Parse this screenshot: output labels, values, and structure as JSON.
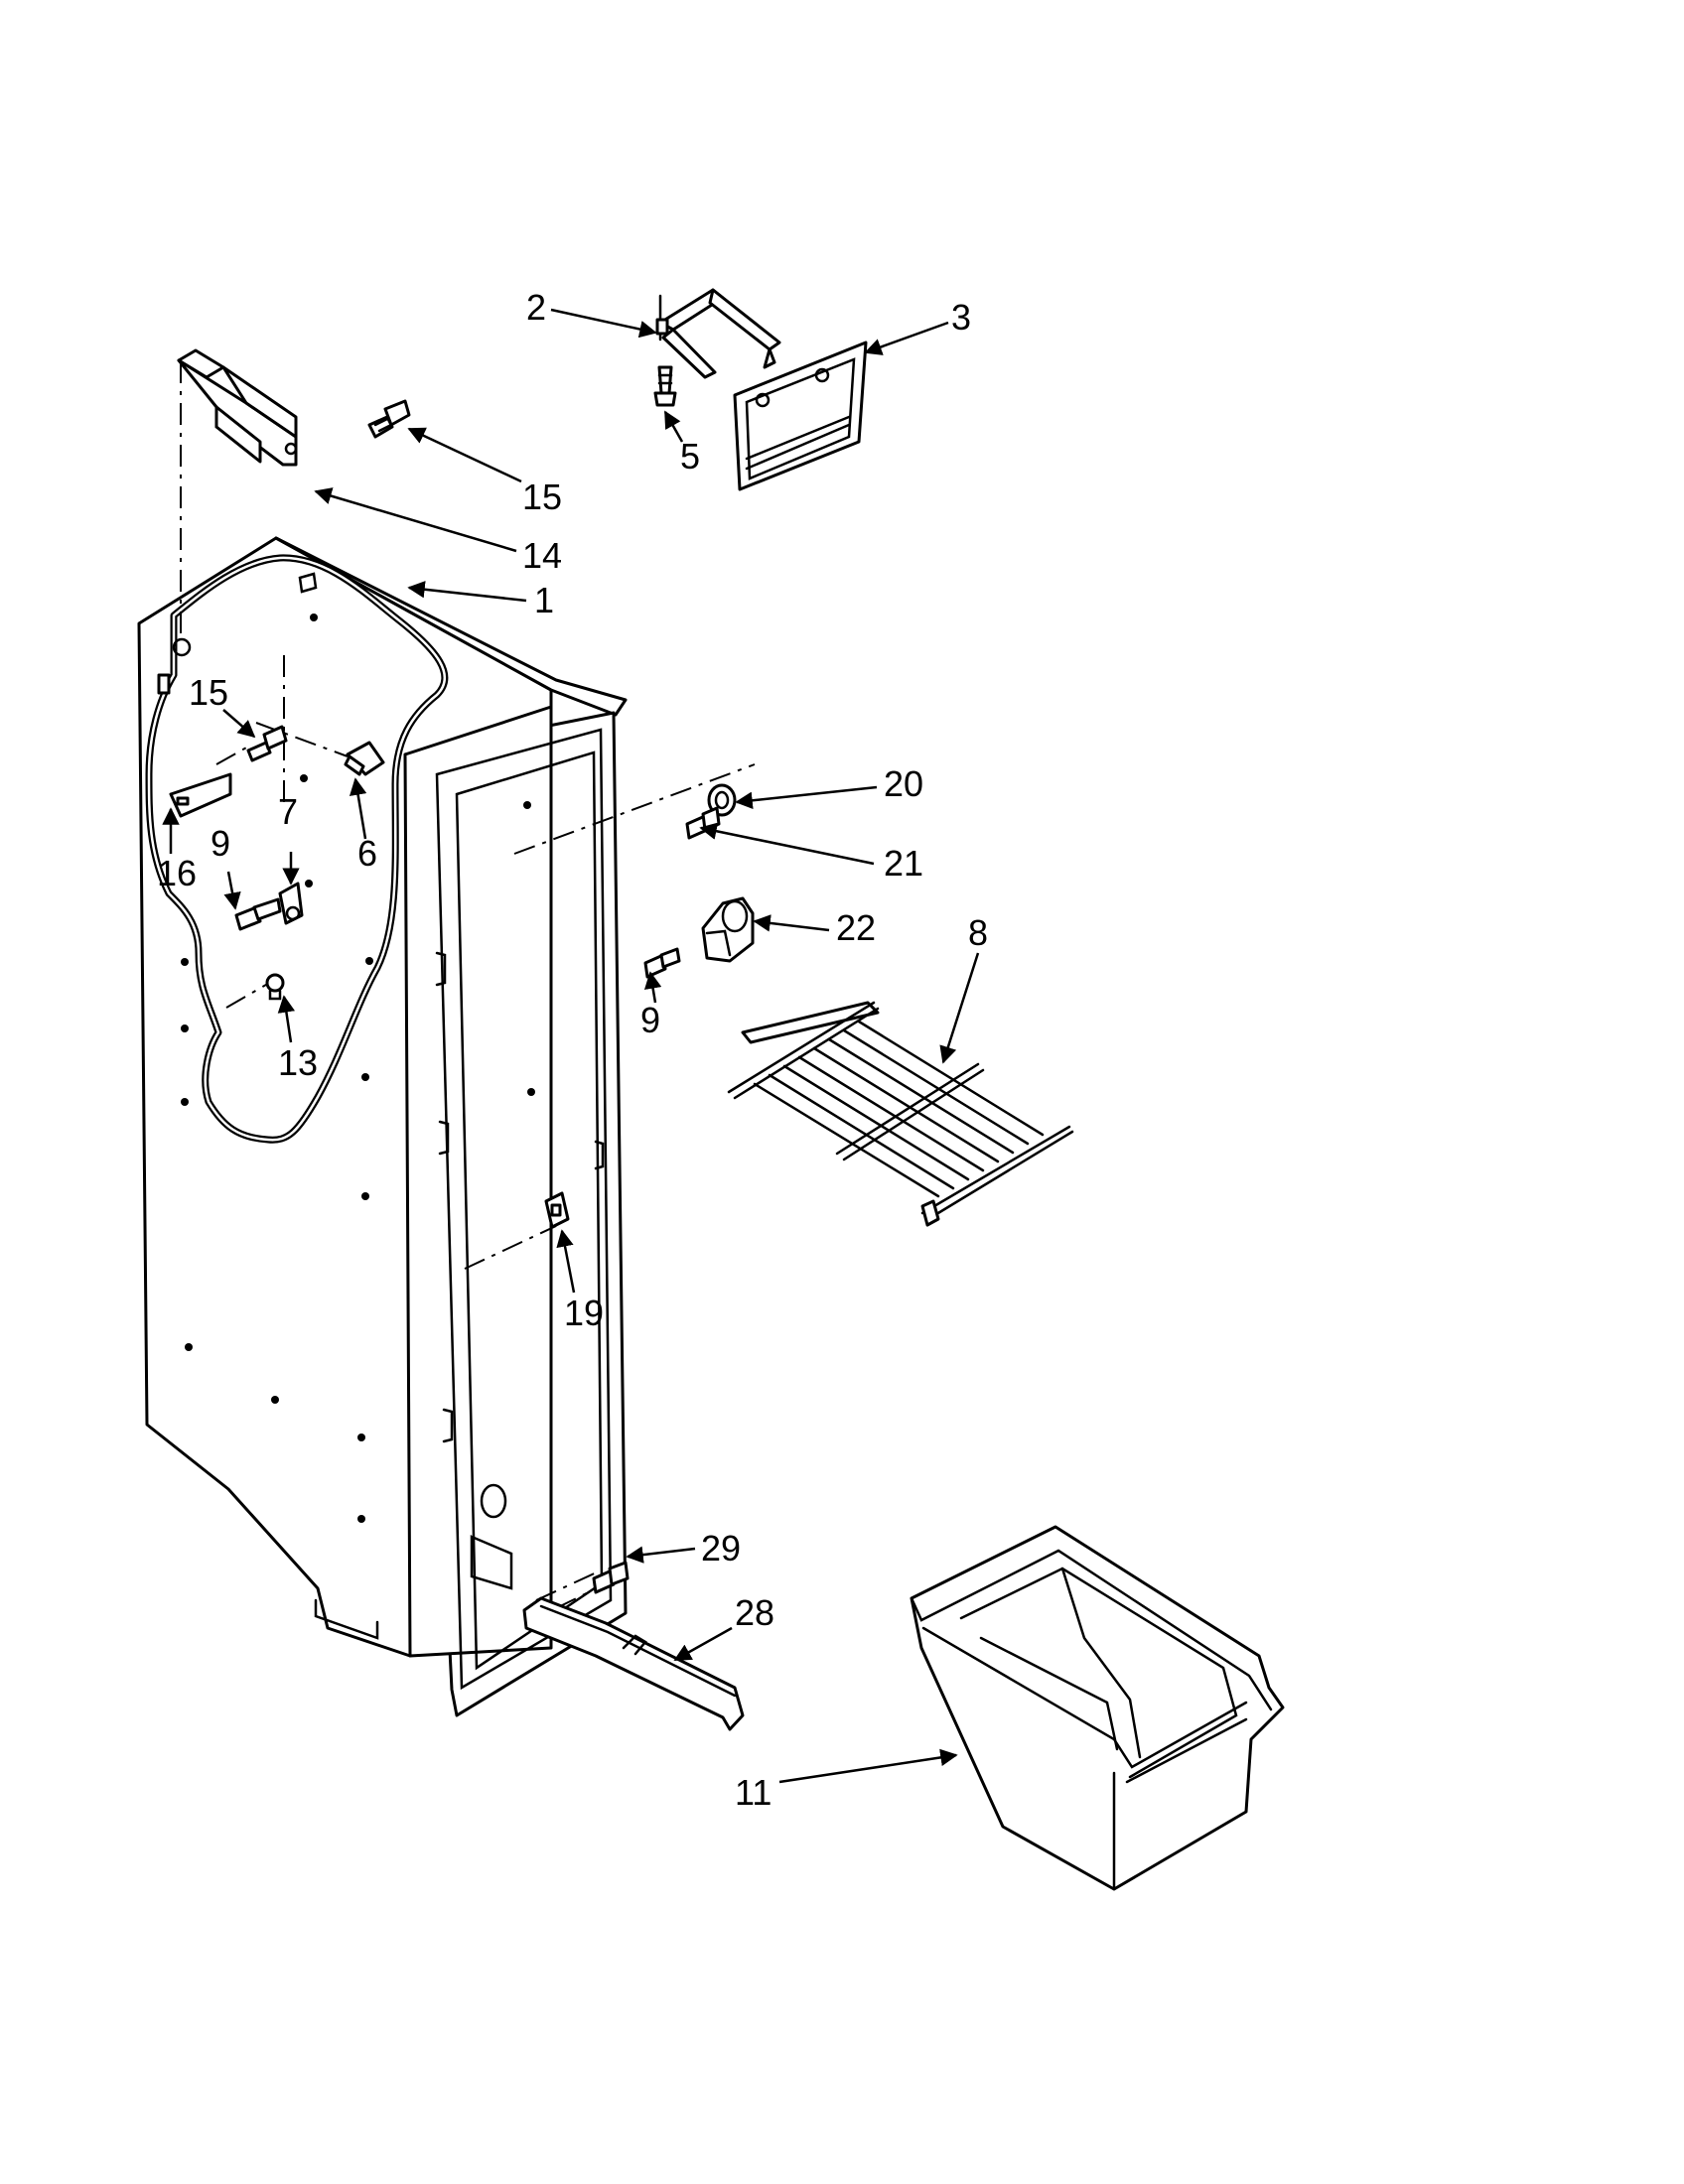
{
  "callouts": {
    "c1": "1",
    "c2": "2",
    "c3": "3",
    "c5": "5",
    "c6": "6",
    "c7": "7",
    "c8": "8",
    "c9a": "9",
    "c9b": "9",
    "c11": "11",
    "c13": "13",
    "c14": "14",
    "c15a": "15",
    "c15b": "15",
    "c16": "16",
    "c19": "19",
    "c20": "20",
    "c21": "21",
    "c22": "22",
    "c28": "28",
    "c29": "29"
  },
  "colors": {
    "line": "#000000",
    "background": "#ffffff"
  }
}
